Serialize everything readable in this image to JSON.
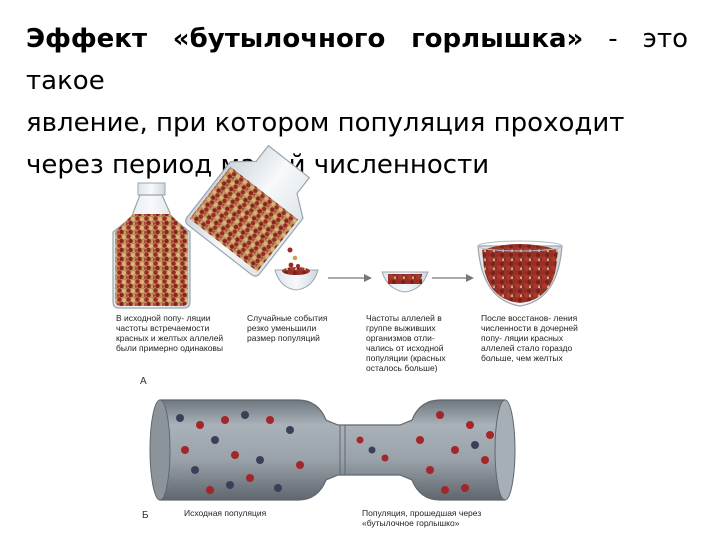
{
  "heading": {
    "bold_part": "Эффект «бутылочного горлышка»",
    "rest_line1": " - это такое",
    "line2": "явление, при котором популяция проходит",
    "line3": "через период малой численности"
  },
  "panel_a": {
    "letter": "А",
    "captions": [
      "В исходной попу- ляции частоты встречаемости красных и желтых аллелей были примерно одинаковы",
      "Случайные события резко уменьшили размер популяций",
      "Частоты аллелей в группе выживших организмов отли- чались от исходной популяции (красных осталось больше)",
      "После восстанов- ления численности в дочерней попу- ляции красных аллелей стало гораздо больше, чем желтых"
    ]
  },
  "panel_b": {
    "letter": "Б",
    "caption_left": "Исходная популяция",
    "caption_right_1": "Популяция, прошедшая через",
    "caption_right_2": "«бутылочное горлышко»"
  },
  "colors": {
    "red_bead": "#9a2a22",
    "yellow_bead": "#c9a25a",
    "glass": "#b8c2cc",
    "tube": "#8e969e",
    "dark_bug": "#3c3f5a",
    "red_bug": "#a3262a"
  }
}
